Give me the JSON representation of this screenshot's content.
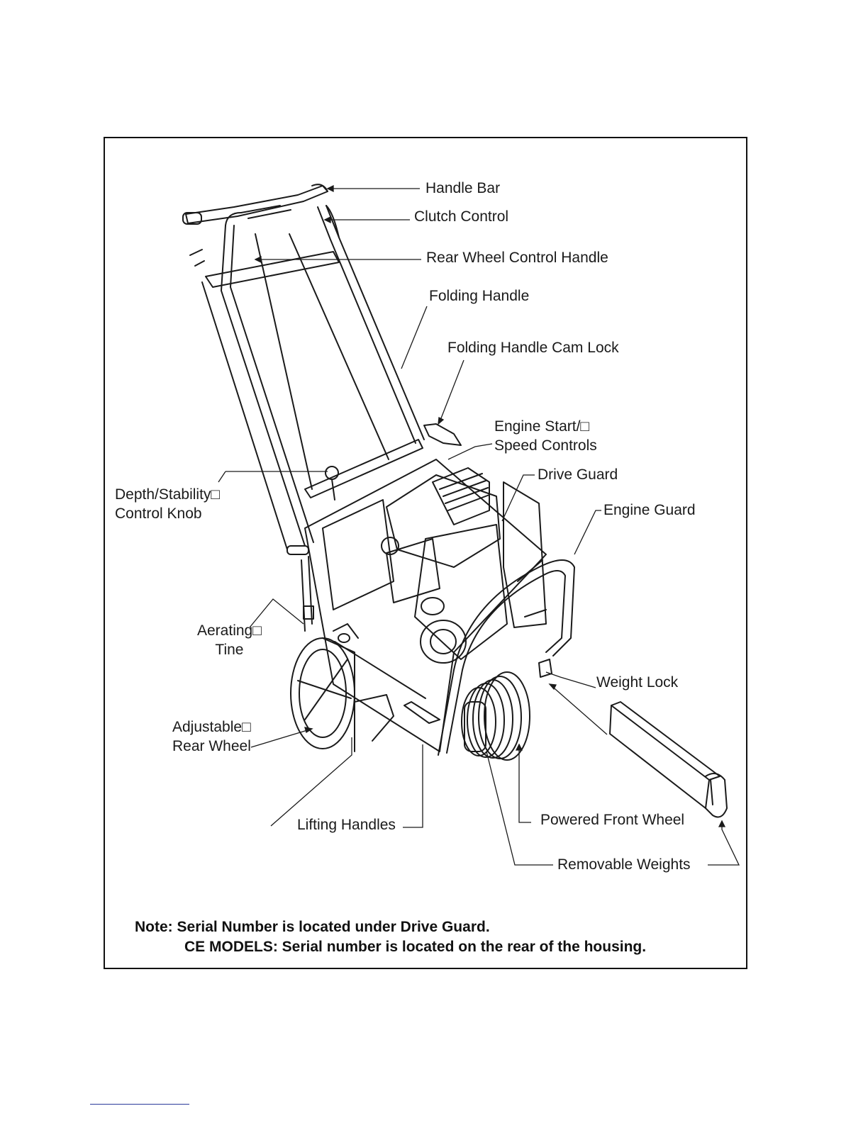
{
  "labels": {
    "handle_bar": "Handle Bar",
    "clutch_control": "Clutch Control",
    "rear_wheel_control_handle": "Rear Wheel Control Handle",
    "folding_handle": "Folding Handle",
    "folding_handle_cam_lock": "Folding Handle Cam Lock",
    "engine_start_line1": "Engine Start/□",
    "engine_start_line2": "Speed Controls",
    "drive_guard": "Drive Guard",
    "engine_guard": "Engine Guard",
    "depth_line1": "Depth/Stability□",
    "depth_line2": "Control Knob",
    "aerating_line1": "Aerating□",
    "aerating_line2": "Tine",
    "weight_lock": "Weight Lock",
    "adjustable_line1": "Adjustable□",
    "adjustable_line2": "Rear Wheel",
    "lifting_handles": "Lifting Handles",
    "powered_front_wheel": "Powered Front Wheel",
    "removable_weights": "Removable Weights"
  },
  "note": {
    "prefix": "Note:",
    "line1": "Serial Number is located under Drive Guard.",
    "line2": "CE MODELS: Serial number is located on the rear of the housing."
  }
}
